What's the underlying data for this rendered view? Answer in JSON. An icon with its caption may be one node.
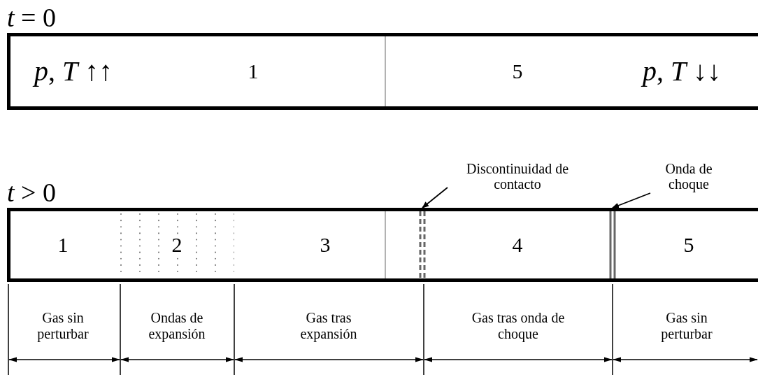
{
  "diagram": {
    "nodes": [
      {
        "text": [
          "*p*, *T* ↑↑",
          "1"
        ]
      },
      {
        "text": [
          "5",
          "*p*, *T* ↓↓"
        ]
      },
      {
        "text": [
          "1"
        ]
      },
      {
        "text": [
          "2"
        ]
      },
      {
        "text": [
          "3"
        ]
      },
      {
        "text": [],
        "shape": "bar"
      },
      {
        "text": [
          "4"
        ]
      },
      {
        "text": [],
        "shape": "bar"
      },
      {
        "text": [
          "5"
        ]
      },
      {
        "text": [
          "Discontinuidad de contacto"
        ]
      },
      {
        "text": [
          "Onda de choque"
        ]
      }
    ],
    "edges": [
      {
        "from": 9,
        "to": 5,
        "arrow": "to"
      },
      {
        "from": 10,
        "to": 7,
        "arrow": "to"
      }
    ],
    "labels": [
      "*t* = 0",
      "*t* > 0",
      "Gas sin perturbar",
      "Ondas de expansión",
      "Gas tras expansión",
      "Gas tras onda de choque",
      "Gas sin perturbar"
    ]
  }
}
